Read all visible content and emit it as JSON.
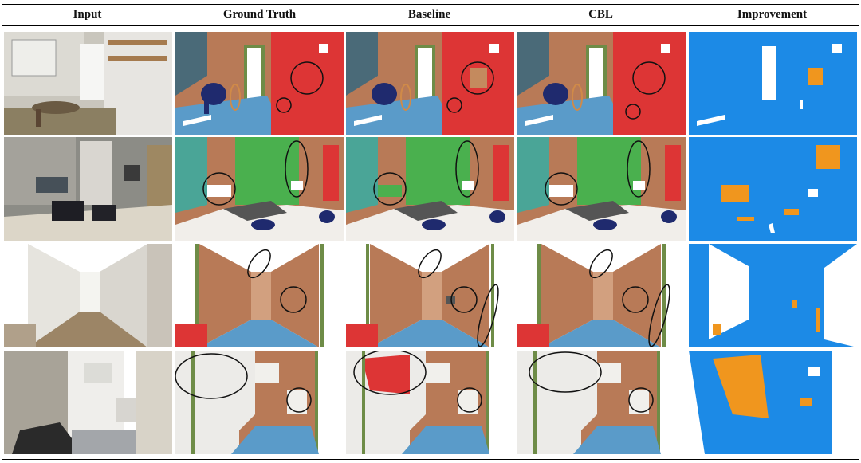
{
  "headers": [
    "Input",
    "Ground Truth",
    "Baseline",
    "CBL",
    "Improvement"
  ],
  "colors": {
    "wall": "#b87a57",
    "floor": "#5a9bc9",
    "door_frame": "#6e8c47",
    "red_object": "#dd3535",
    "chair": "#1f2a6e",
    "table": "#d08a48",
    "board": "#4a6a78",
    "green_wall": "#4ab04e",
    "teal_wall": "#4aa597",
    "clutter": "#555555",
    "improvement_blue": "#1c8ae6",
    "improvement_orange": "#f0961e"
  }
}
